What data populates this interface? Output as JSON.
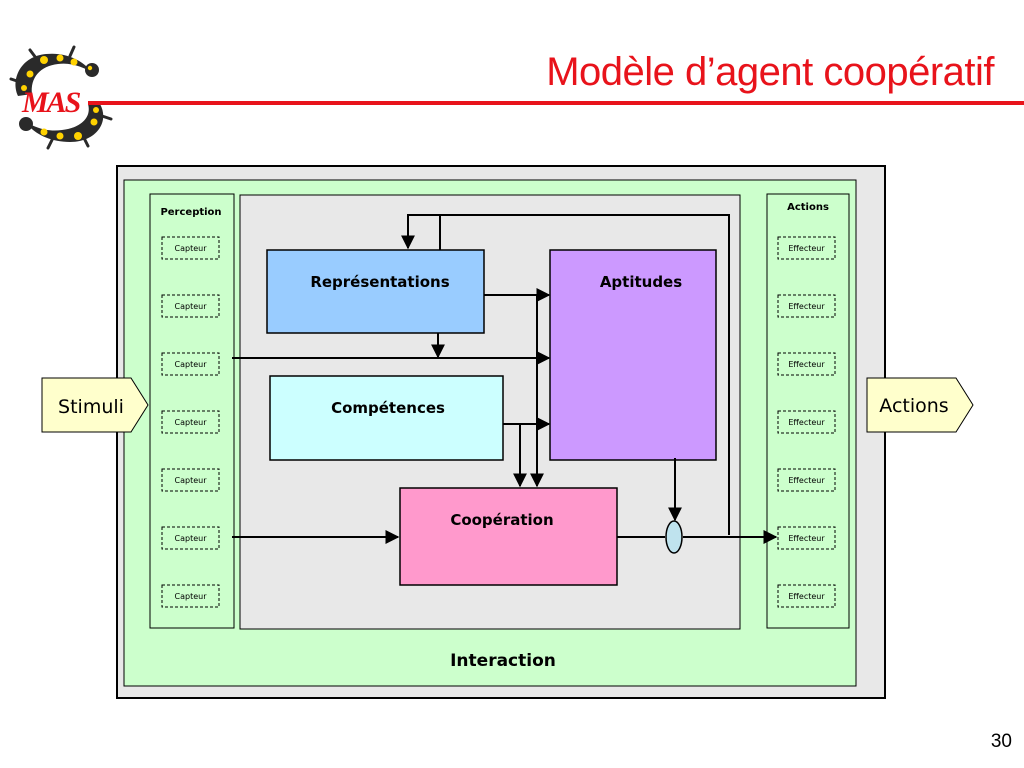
{
  "slide": {
    "title": "Modèle d’agent coopératif",
    "logo_text": "MAS",
    "page_number": "30"
  },
  "diagram": {
    "perception": {
      "title": "Perception",
      "sensors": [
        "Capteur",
        "Capteur",
        "Capteur",
        "Capteur",
        "Capteur",
        "Capteur",
        "Capteur"
      ]
    },
    "actions": {
      "title": "Actions",
      "effectors": [
        "Effecteur",
        "Effecteur",
        "Effecteur",
        "Effecteur",
        "Effecteur",
        "Effecteur",
        "Effecteur"
      ]
    },
    "modules": {
      "representations": "Représentations",
      "aptitudes": "Aptitudes",
      "competences": "Compétences",
      "cooperation": "Coopération"
    },
    "interaction_label": "Interaction",
    "stimuli_label": "Stimuli",
    "actions_output_label": "Actions"
  },
  "colors": {
    "title_red": "#e8131b",
    "interaction_green": "#ccffcc",
    "core_gray": "#e8e8e8",
    "representations_blue": "#99ccff",
    "aptitudes_purple": "#cc99ff",
    "competences_cyan": "#ccffff",
    "cooperation_pink": "#ff99cc",
    "arrow_tag_yellow": "#ffffcc",
    "merge_node_blue": "#bfe3ee"
  }
}
